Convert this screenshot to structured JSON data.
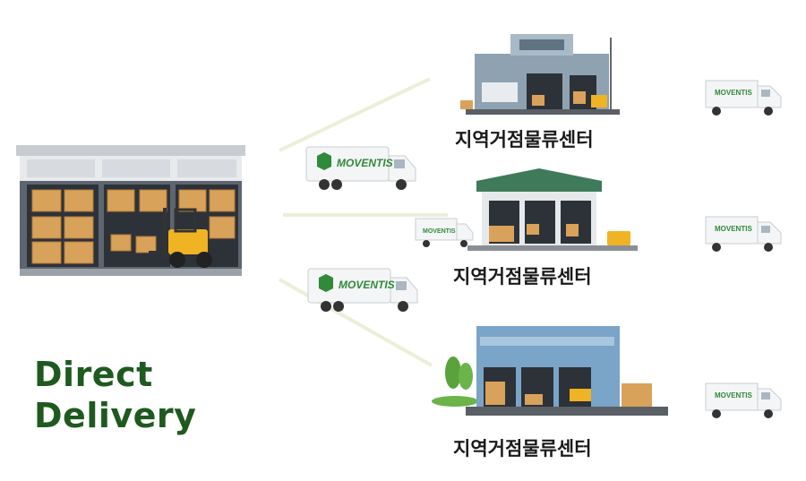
{
  "title_line1": "Direct",
  "title_line2": "Delivery",
  "centers": [
    {
      "label": "지역거점물류센터"
    },
    {
      "label": "지역거점물류센터"
    },
    {
      "label": "지역거점물류센터"
    }
  ],
  "truck_brand": "MOVENTIS",
  "colors": {
    "title": "#1e5a1e",
    "brand_green": "#2f8a3a",
    "connector": "#ecefd8"
  }
}
